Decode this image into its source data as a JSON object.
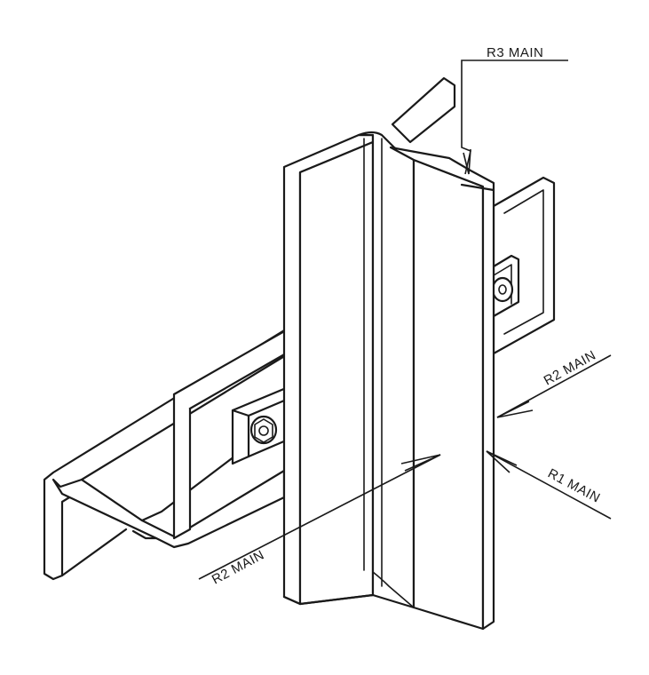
{
  "callouts": {
    "r3_main": "R3  MAIN",
    "r2_main_right": "R2  MAIN",
    "r1_main": "R1  MAIN",
    "r2_main_left": "R2  MAIN"
  }
}
